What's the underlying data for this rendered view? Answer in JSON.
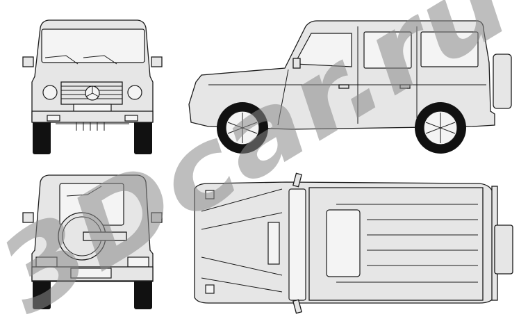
{
  "watermark": {
    "text": "3Dcar.ru",
    "color": "#8a8a8a"
  },
  "views": [
    {
      "id": "front",
      "name": "front-view"
    },
    {
      "id": "side",
      "name": "side-view"
    },
    {
      "id": "rear",
      "name": "rear-view"
    },
    {
      "id": "top",
      "name": "top-view"
    }
  ],
  "colors": {
    "body": "#e6e6e6",
    "outline": "#1a1a1a",
    "tire": "#111111"
  }
}
